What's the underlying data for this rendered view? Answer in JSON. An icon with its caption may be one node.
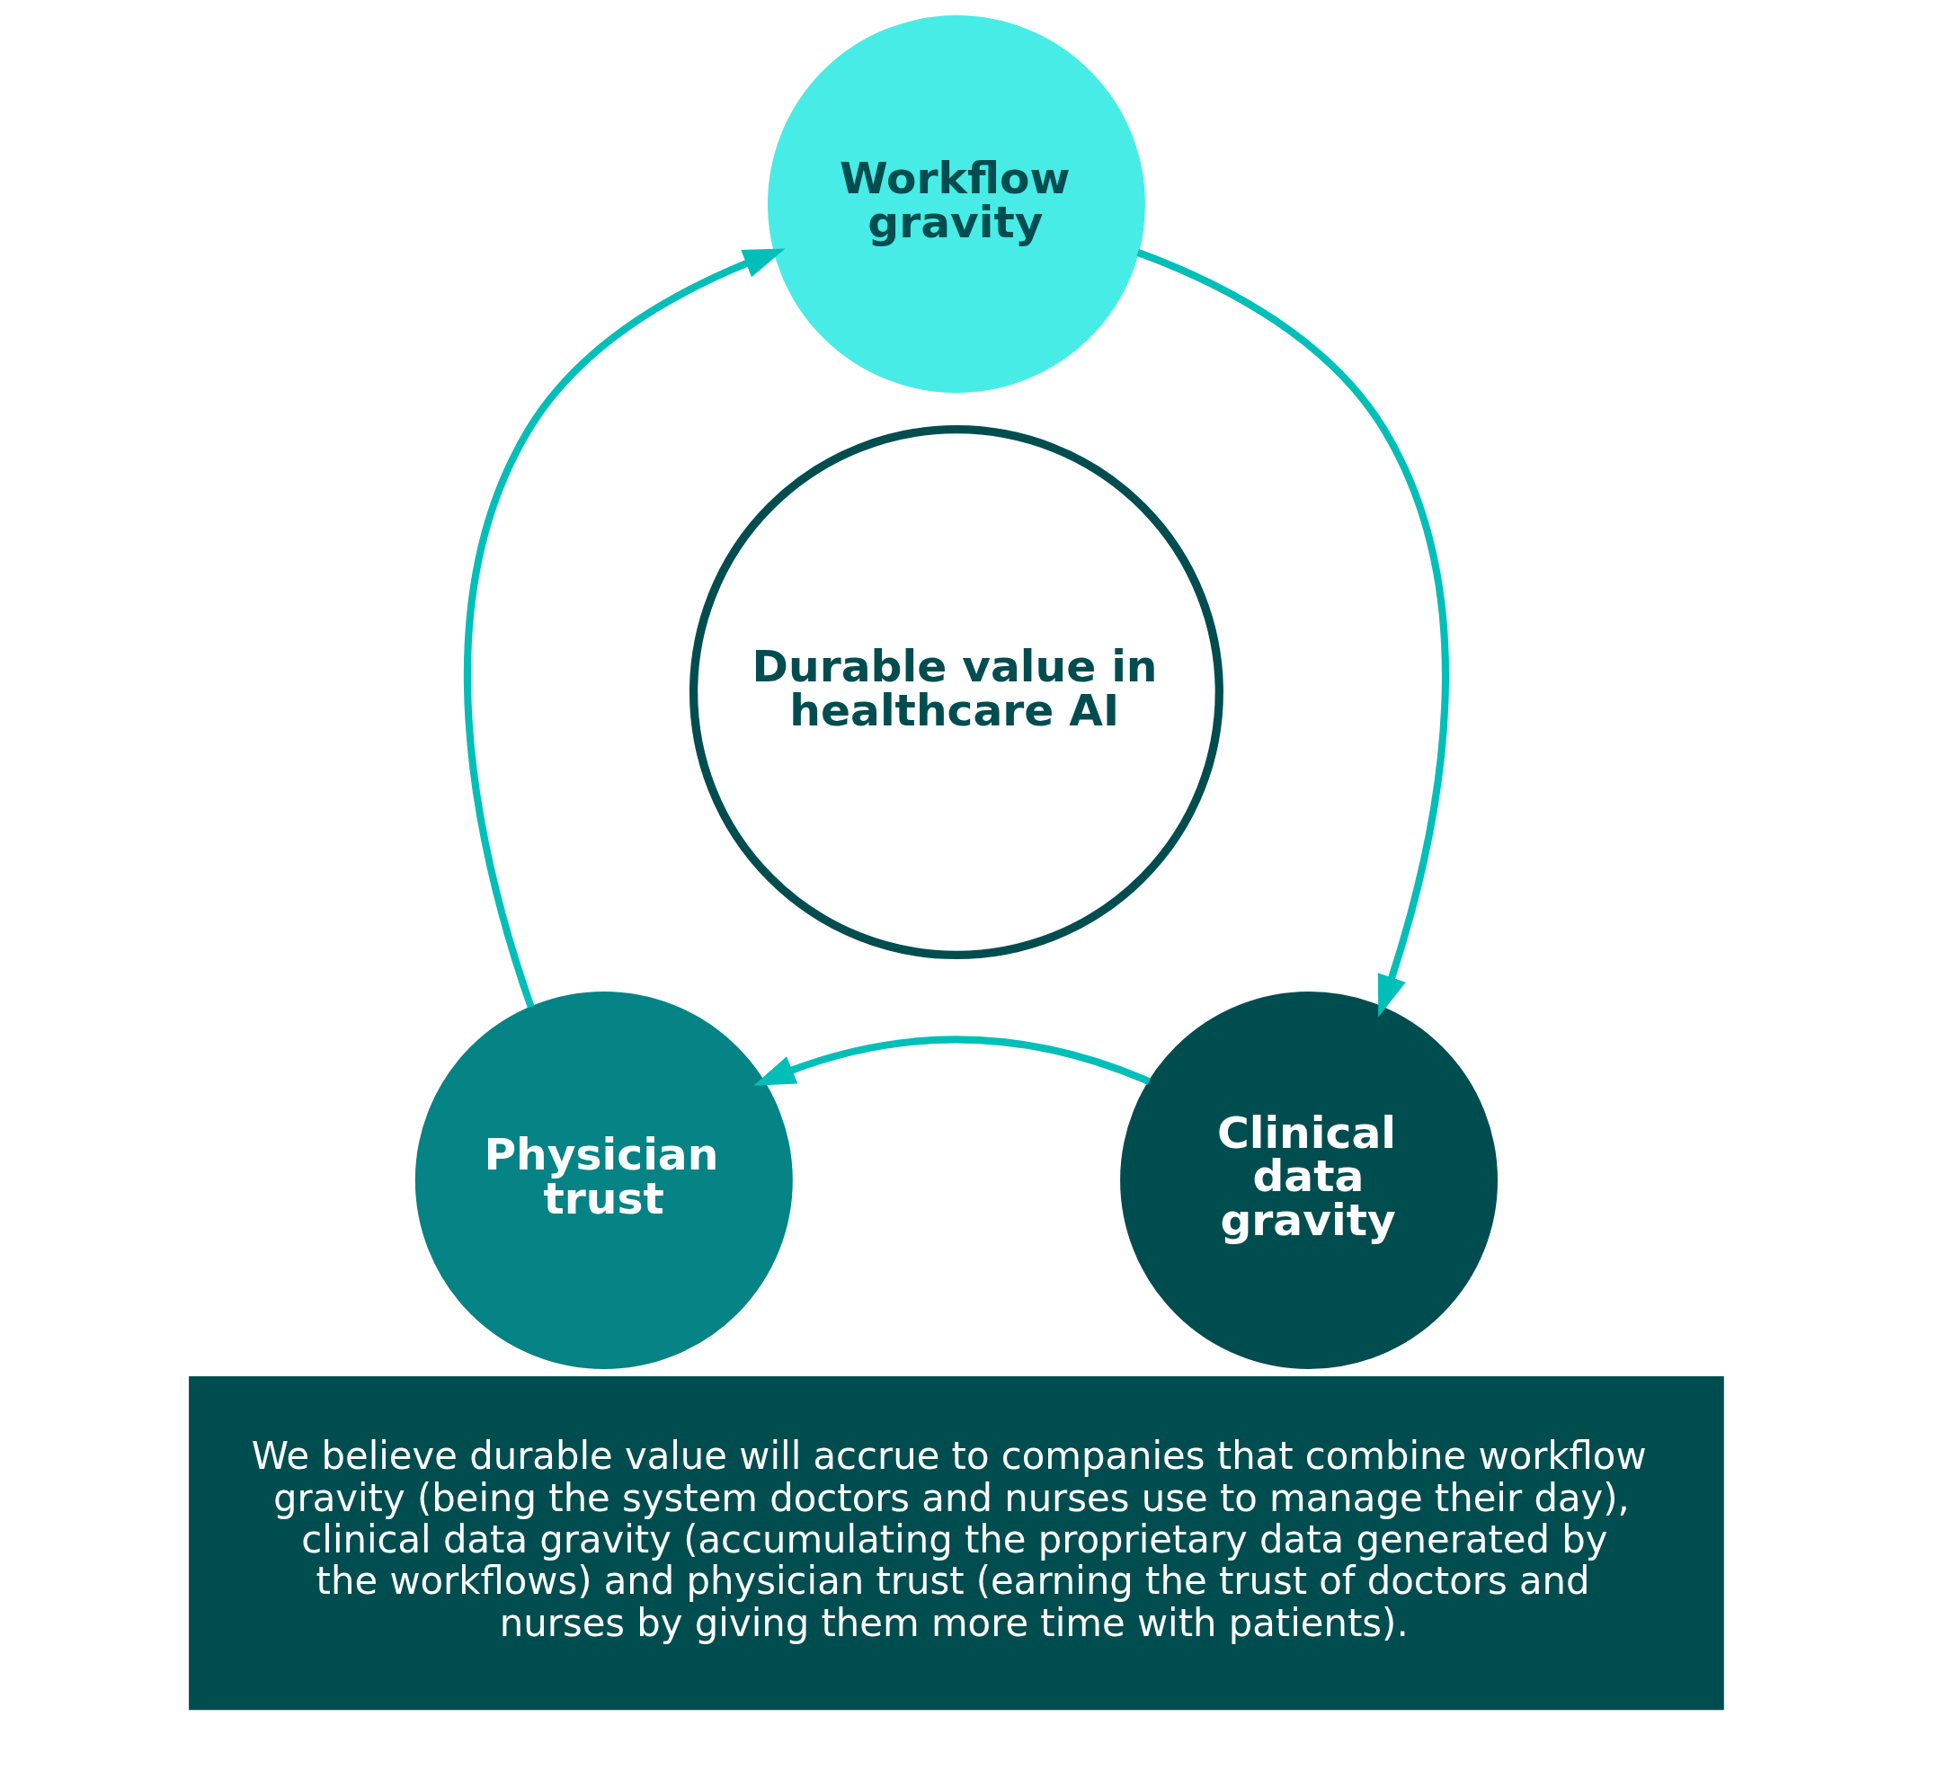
{
  "diagram": {
    "caption": "We believe durable value will accrue to companies that combine workflow gravity (being the system doctors and nurses use to manage their day), clinical data gravity (accumulating the proprietary data generated by the workflows) and physician trust (earning the trust of doctors and nurses by giving them more time with patients).",
    "nodes": [
      {
        "text": [
          "Workflow gravity"
        ]
      },
      {
        "text": [
          "Durable value in healthcare AI"
        ]
      },
      {
        "text": [
          "Physician trust"
        ]
      },
      {
        "text": [
          "Clinical data gravity"
        ]
      }
    ],
    "edges": [
      {
        "from": 0,
        "to": 3,
        "arrow": "to"
      },
      {
        "from": 3,
        "to": 2,
        "arrow": "to"
      },
      {
        "from": 2,
        "to": 0,
        "arrow": "to"
      }
    ]
  }
}
